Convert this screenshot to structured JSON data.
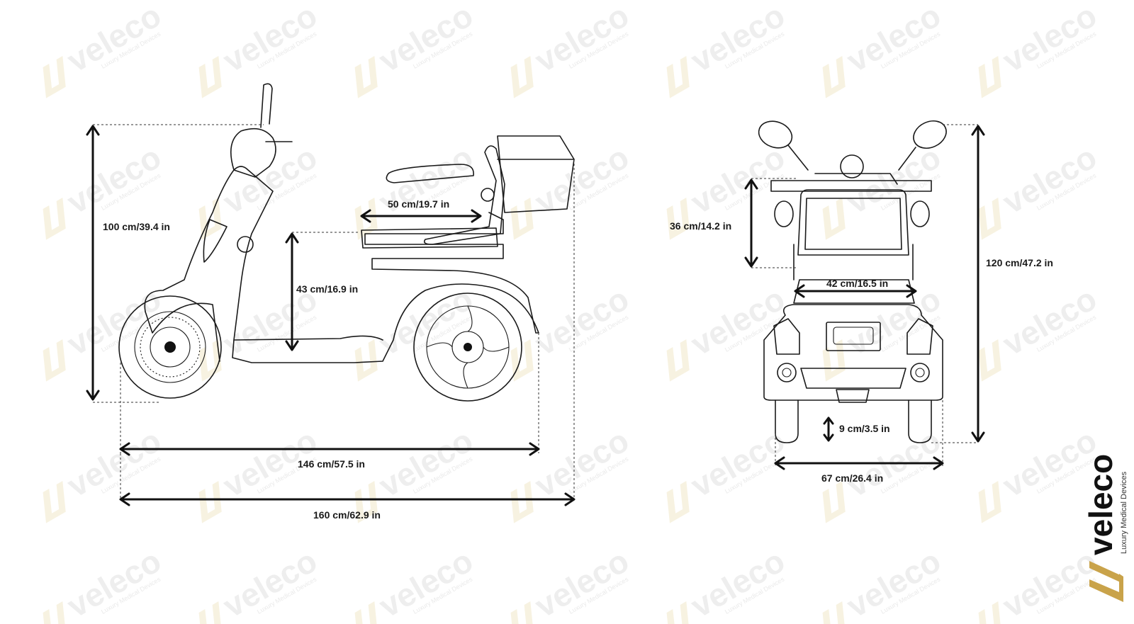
{
  "brand": {
    "name": "veleco",
    "tagline": "Luxury Medical Devices",
    "colors": {
      "mark_gold": "#c9a34a",
      "ink": "#1a1a1a",
      "watermark": "#cfcfcf"
    }
  },
  "side_view": {
    "height_label": "100 cm/39.4 in",
    "seat_height_label": "43 cm/16.9 in",
    "seat_depth_label": "50 cm/19.7 in",
    "wheelbase_label": "146 cm/57.5 in",
    "length_label": "160 cm/62.9 in"
  },
  "front_view": {
    "backrest_label": "36 cm/14.2 in",
    "seat_width_label": "42 cm/16.5 in",
    "height_label": "120 cm/47.2 in",
    "clearance_label": "9 cm/3.5 in",
    "width_label": "67 cm/26.4 in"
  },
  "icons": {
    "logo_mark": "veleco-v-mark-icon",
    "arrow": "double-arrow-icon"
  }
}
